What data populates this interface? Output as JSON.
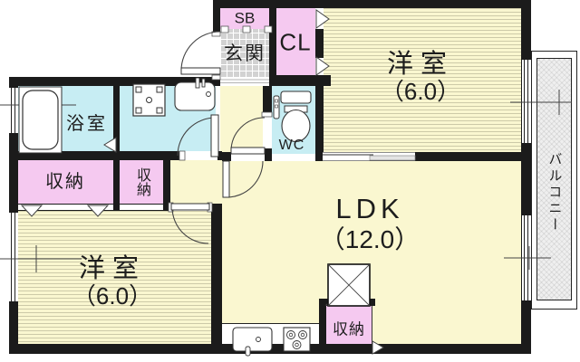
{
  "title": "apartment-floor-plan",
  "colors": {
    "wall": "#1b1b1b",
    "room_yellow": "#FAF7D0",
    "storage_pink": "#F5C9F0",
    "wet_area_cyan": "#C7EDF3",
    "entrance_tile_gray": "#D2D2D2",
    "balcony_gray": "#EFEFEF"
  },
  "rooms": {
    "shoe_box": {
      "label": "SB"
    },
    "genkan": {
      "label": "玄関"
    },
    "closet": {
      "label": "CL"
    },
    "bedroom_top": {
      "label": "洋室",
      "size": "（6.0）"
    },
    "bedroom_bottom": {
      "label": "洋室",
      "size": "（6.0）"
    },
    "ldk": {
      "label": "LDK",
      "size": "（12.0）"
    },
    "bathroom": {
      "label": "浴室"
    },
    "wc": {
      "label": "WC"
    },
    "storage_left_wide": {
      "label": "収納"
    },
    "storage_left_narrow": {
      "label": "収納"
    },
    "storage_kitchen": {
      "label": "収納"
    },
    "balcony": {
      "label": "バルコニー"
    }
  }
}
